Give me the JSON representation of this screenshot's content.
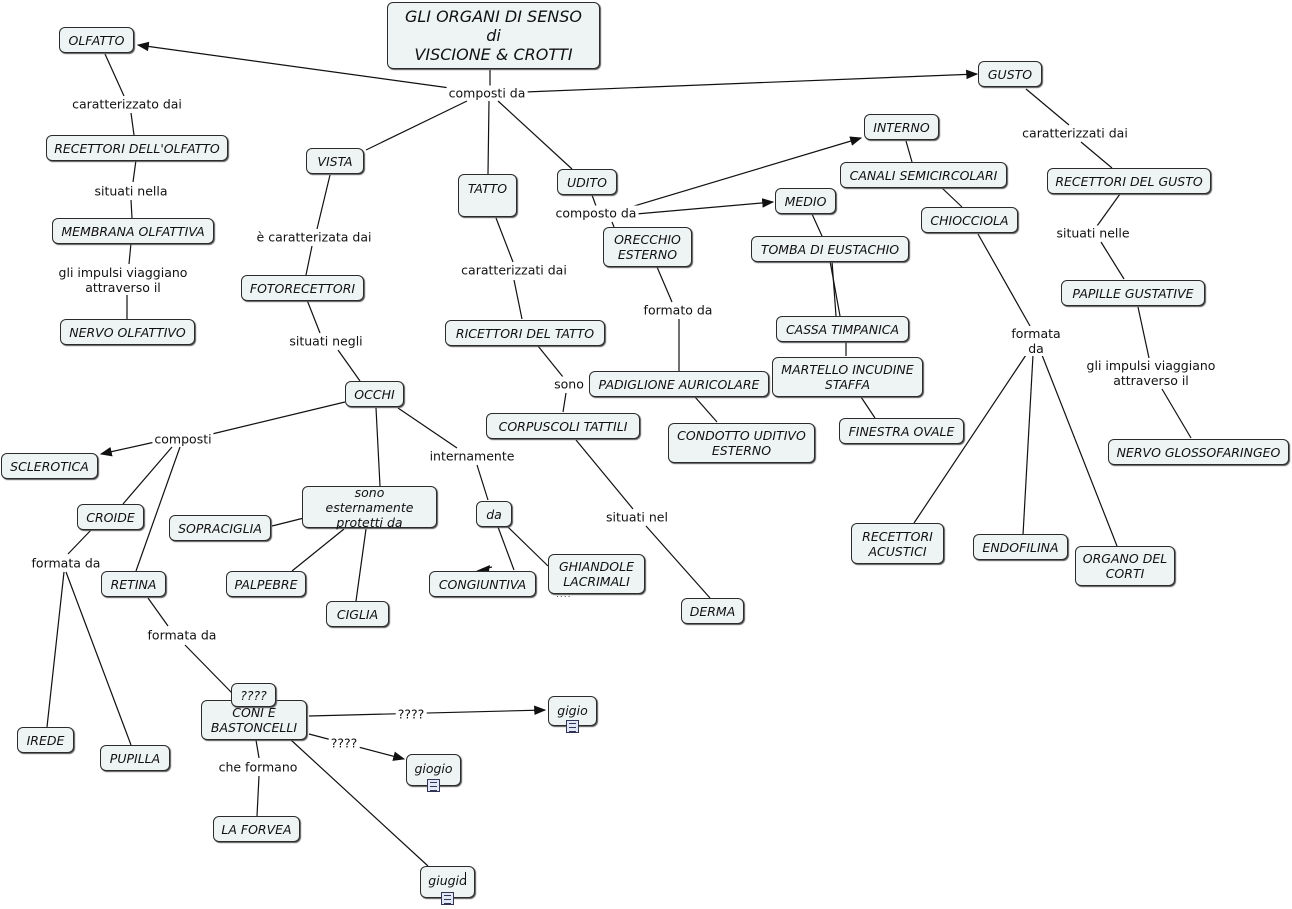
{
  "title": "GLI ORGANI DI SENSO\ndi\nVISCIONE & CROTTI",
  "nodes": {
    "olfatto": "OLFATTO",
    "recettori_olfatto": "RECETTORI DELL'OLFATTO",
    "membrana_olfattiva": "MEMBRANA OLFATTIVA",
    "nervo_olfattivo": "NERVO OLFATTIVO",
    "vista": "VISTA",
    "fotorecettori": "FOTORECETTORI",
    "occhi": "OCCHI",
    "sclerotica": "SCLEROTICA",
    "croide": "CROIDE",
    "retina": "RETINA",
    "irede": "IREDE",
    "pupilla": "PUPILLA",
    "sono_esternamente": "sono esternamente\nprotetti da",
    "sopraciglia": "SOPRACIGLIA",
    "palpebre": "PALPEBRE",
    "ciglia": "CIGLIA",
    "da_node": "da",
    "congiuntiva": "CONGIUNTIVA",
    "ghiandole": "GHIANDOLE\nLACRIMALI",
    "coni": "CONI E\nBASTONCELLI",
    "qqqq": "????",
    "la_forvea": "LA FORVEA",
    "gigio": "gigio",
    "giogio": "giogio",
    "giugio": "giugio",
    "tatto": "TATTO",
    "ricettori_tatto": "RICETTORI DEL TATTO",
    "corpuscoli": "CORPUSCOLI TATTILI",
    "derma": "DERMA",
    "udito": "UDITO",
    "orecchio_esterno": "ORECCHIO\nESTERNO",
    "padiglione": "PADIGLIONE AURICOLARE",
    "condotto": "CONDOTTO UDITIVO\nESTERNO",
    "interno": "INTERNO",
    "canali": "CANALI SEMICIRCOLARI",
    "chiocciola": "CHIOCCIOLA",
    "medio": "MEDIO",
    "tomba": "TOMBA DI EUSTACHIO",
    "cassa": "CASSA TIMPANICA",
    "martello": "MARTELLO INCUDINE\nSTAFFA",
    "finestra": "FINESTRA OVALE",
    "recettori_acustici": "RECETTORI\nACUSTICI",
    "endofilina": "ENDOFILINA",
    "organo_corti": "ORGANO DEL\nCORTI",
    "gusto": "GUSTO",
    "recettori_gusto": "RECETTORI DEL GUSTO",
    "papille": "PAPILLE GUSTATIVE",
    "nervo_glosso": "NERVO GLOSSOFARINGEO"
  },
  "labels": {
    "composti_da": "composti da",
    "caratterizzato_dai": "caratterizzato dai",
    "situati_nella": "situati nella",
    "gli_impulsi_1": "gli impulsi viaggiano\nattraverso il",
    "e_caratterizzata": "è caratterizata dai",
    "situati_negli": "situati negli",
    "composti": "composti",
    "formata_da_1": "formata da",
    "formata_da_2": "formata da",
    "internamente": "internamente",
    "che_formano": "che formano",
    "qq1": "????",
    "qq2": "????",
    "caratterizzati_dai_1": "caratterizzati dai",
    "sono": "sono",
    "situati_nel": "situati nel",
    "composto_da": "composto da",
    "formato_da": "formato da",
    "formata_da_3": "formata\nda",
    "caratterizzati_dai_2": "caratterizzati dai",
    "situati_nelle": "situati nelle",
    "gli_impulsi_2": "gli impulsi viaggiano\nattraverso il"
  }
}
